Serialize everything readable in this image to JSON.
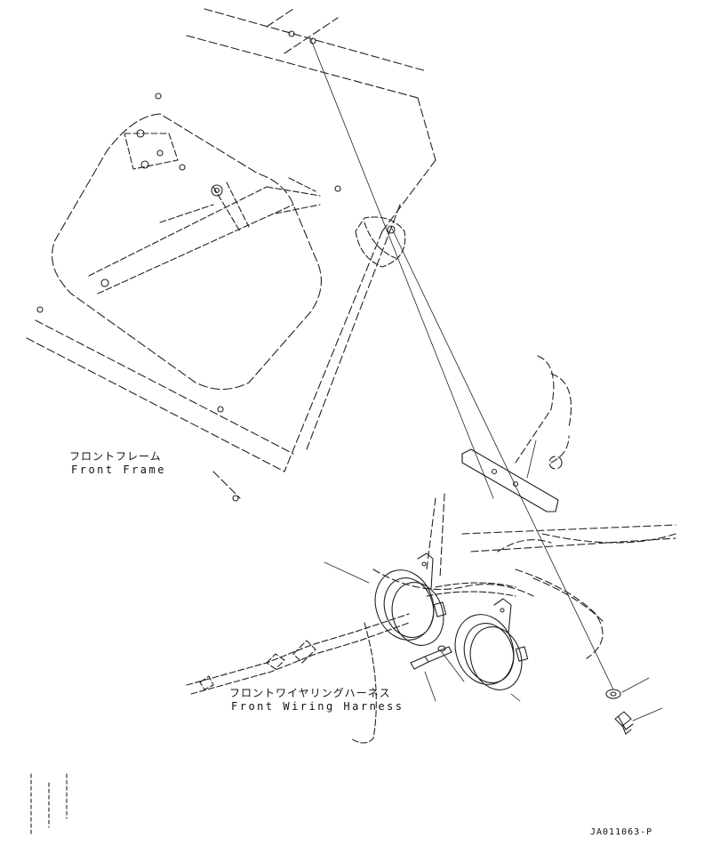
{
  "labels": {
    "front_frame_jp": "フロントフレーム",
    "front_frame_en": "Front Frame",
    "front_wiring_harness_jp": "フロントワイヤリングハーネス",
    "front_wiring_harness_en": "Front Wiring Harness",
    "drawing_code": "JA011063-P"
  },
  "colors": {
    "ink": "#111111",
    "background": "#ffffff"
  }
}
